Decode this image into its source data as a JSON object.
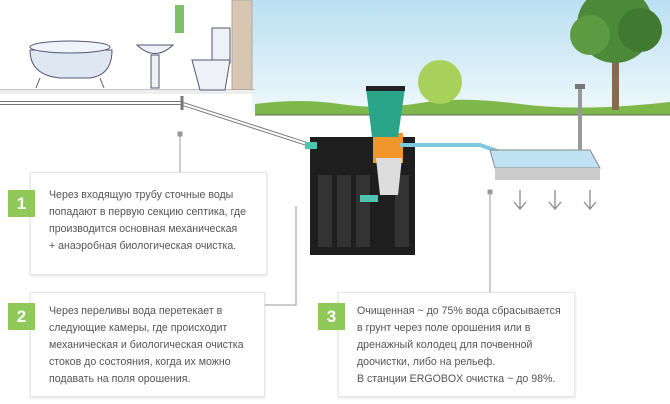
{
  "steps": [
    {
      "number": "1",
      "text": "Через входящую трубу сточные воды\nпопадают в первую секцию септика, где\nпроизводится основная механическая\n+ анаэробная биологическая очистка."
    },
    {
      "number": "2",
      "text": "Через переливы вода перетекает в\nследующие камеры, где происходит\nмеханическая и биологическая очистка\nстоков до состояния, когда их можно\nподавать на поля орошения."
    },
    {
      "number": "3",
      "text": "Очищенная ~ до 75% вода сбрасывается\nв грунт через поле орошения или в\nдренажный колодец для почвенной\nдоочистки, либо на рельеф.\nВ станции ERGOBOX очистка ~ до 98%."
    }
  ],
  "colors": {
    "badge": "#8fc95a",
    "tank": "#1e1e1e",
    "lid": "#2aa58a",
    "filter": "#f0962a",
    "sky": "#bfe3f2",
    "grass": "#7fb84a"
  }
}
